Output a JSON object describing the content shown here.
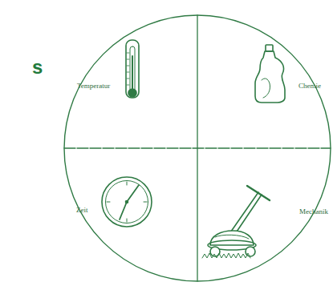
{
  "diagram": {
    "labels": [
      "s",
      "Temperatur",
      "Chemie",
      "Zeit",
      "Mechanik"
    ]
  }
}
